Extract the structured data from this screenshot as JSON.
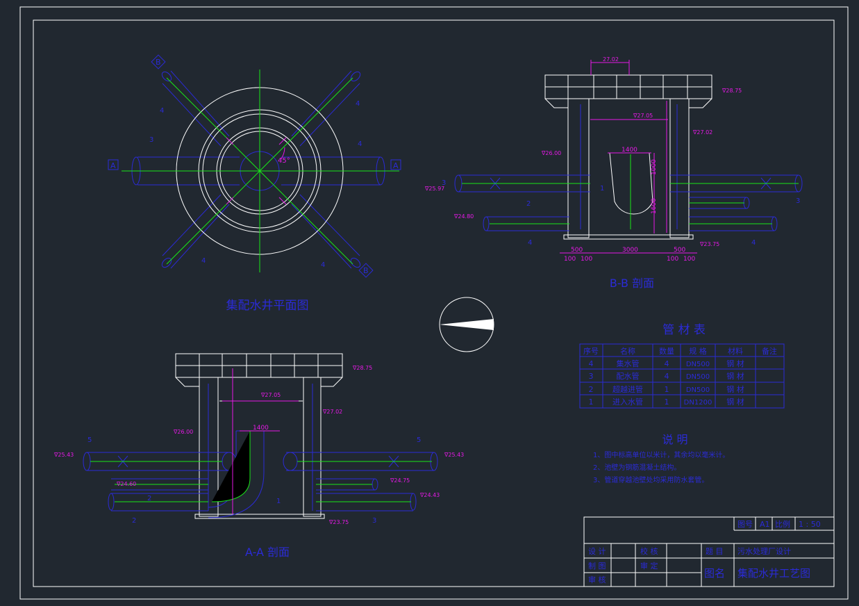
{
  "colors": {
    "background": "#212830",
    "frame": "#ffffff",
    "pipe": "#2b2bd6",
    "centerline": "#19e619",
    "dimension": "#e619e6",
    "title_text": "#2b2bd6",
    "label_text": "#e8e8e8"
  },
  "views": {
    "plan_title": "集配水井平面图",
    "plan_marks": {
      "section_a_left": "A",
      "section_a_right": "A",
      "section_b_top": "B",
      "section_b_bottom": "B",
      "angle": "45°",
      "pipe_numbers": [
        "4",
        "3",
        "4",
        "4",
        "4",
        "4"
      ]
    },
    "bb_title": "B-B  剖面",
    "aa_title": "A-A  剖面"
  },
  "bb_section": {
    "top_dim": "27.02",
    "elevations": {
      "top": "∇28.75",
      "inner_water": "∇27.05",
      "left_ground": "∇26.00",
      "right_water": "∇27.02",
      "left_pipe": "∇25.97",
      "left_bottom_pipe": "∇24.80",
      "right_bottom": "∇23.75"
    },
    "dims": {
      "inner_width": "1400",
      "height_1": "1000",
      "height_2": "1600",
      "wall_left": "500",
      "center": "3000",
      "wall_right": "500",
      "small": [
        "100",
        "100",
        "100",
        "100"
      ]
    },
    "pipe_numbers": [
      "3",
      "2",
      "4",
      "1",
      "4",
      "3"
    ]
  },
  "aa_section": {
    "elevations": {
      "top": "∇28.75",
      "inner_water": "∇27.05",
      "left_ground": "∇26.00",
      "right_water": "∇27.02",
      "left_pipe": "∇25.43",
      "right_pipe": "∇25.43",
      "left_low": "∇24.60",
      "right_low_pipe": "∇24.75",
      "right_low": "∇24.43",
      "bottom": "∇23.75"
    },
    "dims": {
      "inner_width": "1400"
    },
    "pipe_numbers": [
      "5",
      "2",
      "5",
      "1",
      "3",
      "2"
    ]
  },
  "material_table": {
    "title": "管 材 表",
    "headers": [
      "序号",
      "名称",
      "数量",
      "规 格",
      "材料",
      "备注"
    ],
    "rows": [
      [
        "4",
        "集水管",
        "4",
        "DN500",
        "钢 材",
        ""
      ],
      [
        "3",
        "配水管",
        "4",
        "DN500",
        "钢 材",
        ""
      ],
      [
        "2",
        "超越进管",
        "1",
        "DN500",
        "钢 材",
        ""
      ],
      [
        "1",
        "进入水管",
        "1",
        "DN1200",
        "钢 材",
        ""
      ]
    ]
  },
  "notes": {
    "title": "说 明",
    "items": [
      "1、图中标高单位以米计，其余均以毫米计。",
      "2、池壁为钢筋混凝土结构。",
      "3、管道穿越池壁处均采用防水套管。"
    ]
  },
  "title_block": {
    "sheet_label": "图号",
    "sheet_value": "A1",
    "scale_label": "比例",
    "scale_value": "1 : 50",
    "design_label": "设 计",
    "draw_label": "制 图",
    "review_label": "审 核",
    "check_label": "校 核",
    "approve_label": "审 定",
    "project_label": "题 目",
    "project_value": "污水处理厂设计",
    "name_label": "图名",
    "name_value": "集配水井工艺图"
  }
}
